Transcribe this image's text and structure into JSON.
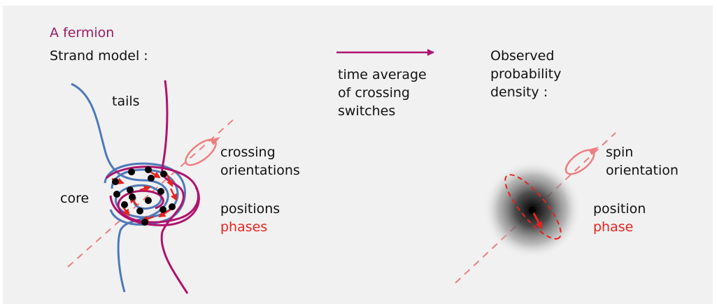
{
  "diagram": {
    "title": "A fermion",
    "left": {
      "heading": "Strand model :",
      "tails": "tails",
      "core": "core",
      "crossing": "crossing",
      "orientations": "orientations",
      "positions": "positions",
      "phases": "phases"
    },
    "arrow": {
      "line1": "time average",
      "line2": "of crossing",
      "line3": "switches"
    },
    "right": {
      "heading1": "Observed",
      "heading2": "probability",
      "heading3": "density :",
      "spin": "spin",
      "orientation": "orientation",
      "position": "position",
      "phase": "phase"
    }
  },
  "colors": {
    "background": "#f1f1f1",
    "title": "#9b1d63",
    "blue_strand": "#4e79b8",
    "magenta_strand": "#b0126e",
    "red": "#e8231e",
    "axis_pink": "#ee7d80",
    "crossing_dot": "#000000"
  },
  "icons": [
    "rotation-arrow-icon",
    "phase-arrow-icon",
    "crossing-dot-icon"
  ]
}
